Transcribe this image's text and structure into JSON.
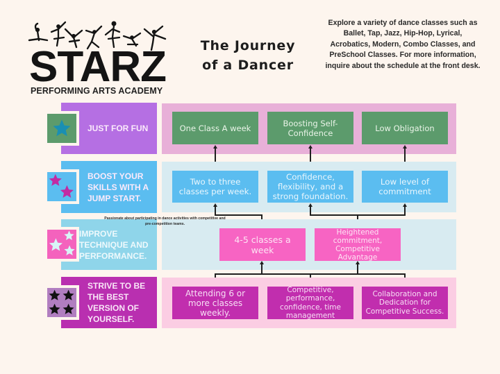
{
  "logo": {
    "wordmark": "STARZ",
    "subtitle": "PERFORMING ARTS ACADEMY",
    "graphic": "dancer-silhouettes"
  },
  "title": {
    "line1": "The Journey",
    "line2": "of a Dancer"
  },
  "description": "Explore a variety of dance classes such as Ballet, Tap, Jazz, Hip-Hop, Lyrical, Acrobatics, Modern, Combo Classes, and PreSchool Classes. For more information, inquire about the schedule at the front desk.",
  "colors": {
    "background": "#fdf5ee",
    "level1_label": "#b56fe3",
    "level1_panel": "#e8b0d8",
    "level1_box": "#5c9b6c",
    "level2_label": "#5bbdf0",
    "level2_panel": "#d8ebf1",
    "level2_box": "#5bbdf0",
    "level3_label": "#8fd5ea",
    "level3_panel": "#d8ebf1",
    "level3_box": "#f764c3",
    "level4_label": "#b92fb0",
    "level4_panel": "#fbcde3",
    "level4_box": "#c12eae"
  },
  "levels": [
    {
      "label": "JUST FOR FUN",
      "icon": "one-teal-star",
      "boxes": [
        "One Class A week",
        "Boosting Self-Confidence",
        "Low Obligation"
      ]
    },
    {
      "label": "BOOST YOUR SKILLS WITH A JUMP START.",
      "icon": "two-magenta-stars",
      "boxes": [
        "Two to three classes per week.",
        "Confidence, flexibility, and a strong foundation.",
        "Low level of commitment"
      ]
    },
    {
      "label": "IMPROVE TECHNIQUE AND PERFORMANCE.",
      "icon": "three-white-stars",
      "note": "Passionate about participating in dance activities with competitive and pre-competition teams.",
      "boxes": [
        "4-5 classes a week",
        "Heightened commitment, Competitive Advantage"
      ]
    },
    {
      "label": "STRIVE TO BE THE BEST VERSION OF YOURSELF.",
      "icon": "four-black-stars",
      "boxes": [
        "Attending 6 or more classes weekly.",
        "Competitive, performance, confidence, time management",
        "Collaboration and Dedication for Competitive Success."
      ]
    }
  ]
}
